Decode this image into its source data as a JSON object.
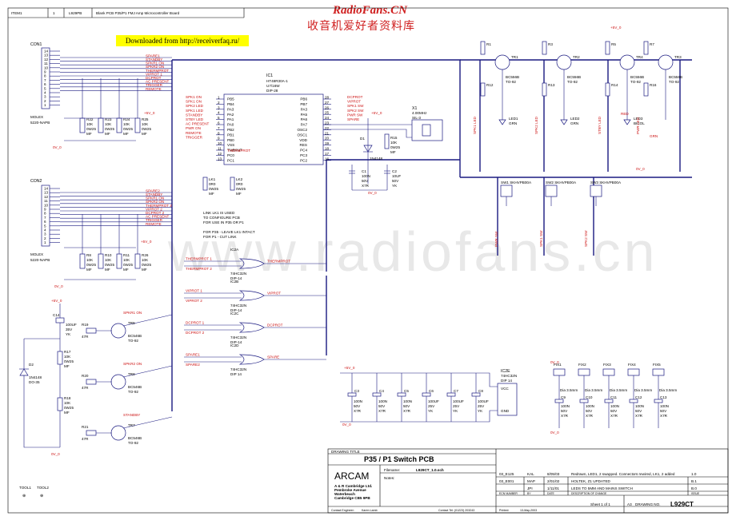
{
  "header_bar": {
    "item": "ITEM1",
    "qty": "1",
    "part": "L929PB",
    "desc": "Blank PCB P35/P1 FMJ Amp Microcontroller Board"
  },
  "brand": {
    "site": "RadioFans.CN",
    "chinese": "收音机爱好者资料库"
  },
  "download_note": "Downloaded from http://receiverfaq.ru/",
  "watermark": "www.radiofans.cn",
  "connectors": {
    "con1": {
      "ref": "CON1",
      "desc1": "MOLEX",
      "desc2": "5220-NAPB",
      "pins": [
        "14",
        "13",
        "12",
        "11",
        "10",
        "9",
        "8",
        "7",
        "6",
        "5",
        "4",
        "3",
        "2",
        "1"
      ]
    },
    "con2": {
      "ref": "CON2",
      "desc1": "MOLEX",
      "desc2": "5220-NAPB",
      "pins": [
        "14",
        "13",
        "12",
        "11",
        "10",
        "9",
        "8",
        "7",
        "6",
        "5",
        "4",
        "3",
        "2",
        "1"
      ]
    }
  },
  "nets1": [
    "SPARE1",
    "STANDBY",
    "SPKR1 ON",
    "SPKR2 ON",
    "THERMPROT",
    "VIPROT 1",
    "DCPROT",
    "AC PRESENT",
    "TRIGGER",
    "REMOTE"
  ],
  "nets2": [
    "SPARE2",
    "STANDBY",
    "SPKR1 ON",
    "SPKR2 ON",
    "THERMPROT 2",
    "VIPROT 2",
    "DCPROT 2",
    "AC PRESENT",
    "TRIGGER",
    "REMOTE"
  ],
  "resistors_top": [
    {
      "ref": "R22",
      "val": "10K",
      "tol": "0W25",
      "type": "MF"
    },
    {
      "ref": "R23",
      "val": "10K",
      "tol": "0W25",
      "type": "MF"
    },
    {
      "ref": "R24",
      "val": "10K",
      "tol": "0W25",
      "type": "MF"
    },
    {
      "ref": "R25",
      "val": "10K",
      "tol": "0W25",
      "type": "MF"
    }
  ],
  "resistors_mid": [
    {
      "ref": "R8",
      "val": "10K",
      "tol": "0W25",
      "type": "MF"
    },
    {
      "ref": "R10",
      "val": "10K",
      "tol": "0W25",
      "type": "MF"
    },
    {
      "ref": "R11",
      "val": "10K",
      "tol": "0W25",
      "type": "MF"
    },
    {
      "ref": "R26",
      "val": "10K",
      "tol": "0W25",
      "type": "MF"
    }
  ],
  "supply": {
    "vcc": "+5V_0",
    "gnd": "0V_0"
  },
  "ic1": {
    "ref": "IC1",
    "part": "HT48R30A-1",
    "alt": "U7/16W",
    "pkg": "DIP-28",
    "left_pins": [
      {
        "name": "PB5",
        "num": "1"
      },
      {
        "name": "PB4",
        "num": "2"
      },
      {
        "name": "PA3",
        "num": "3"
      },
      {
        "name": "PA2",
        "num": "4"
      },
      {
        "name": "PA1",
        "num": "5"
      },
      {
        "name": "PA0",
        "num": "6"
      },
      {
        "name": "PB2",
        "num": "7"
      },
      {
        "name": "PB1",
        "num": "8"
      },
      {
        "name": "PB0",
        "num": "9"
      },
      {
        "name": "VSS",
        "num": "10"
      },
      {
        "name": "TMR/INT",
        "num": "11"
      },
      {
        "name": "PC0",
        "num": "12"
      },
      {
        "name": "PC1",
        "num": "13"
      }
    ],
    "right_pins": [
      {
        "name": "PB6",
        "num": "28"
      },
      {
        "name": "PB7",
        "num": "27"
      },
      {
        "name": "PA3",
        "num": "26"
      },
      {
        "name": "PA5",
        "num": "25"
      },
      {
        "name": "PA6",
        "num": "24"
      },
      {
        "name": "PA7",
        "num": "23"
      },
      {
        "name": "OSC2",
        "num": "22"
      },
      {
        "name": "OSC1",
        "num": "21"
      },
      {
        "name": "VDD",
        "num": "20"
      },
      {
        "name": "RES",
        "num": "19"
      },
      {
        "name": "PC4",
        "num": "18"
      },
      {
        "name": "PC3",
        "num": "17"
      },
      {
        "name": "PC2",
        "num": "16"
      }
    ],
    "left_nets": [
      "SPK1 ON",
      "SPK1 ON",
      "SPK2 LED",
      "SPK1 LED",
      "STANDBY",
      "STBY LED",
      "AC PRESENT",
      "PWR ON",
      "REMOTE",
      "TRIGGER"
    ],
    "right_nets": [
      "DCPROT",
      "VIPROT",
      "SPK1 SW",
      "SPK2 SW",
      "PWR SW",
      "SPARE"
    ]
  },
  "crystal": {
    "ref": "X1",
    "freq": "4.00MHz",
    "pkg": "SIL-3"
  },
  "diode_d1": {
    "ref": "D1",
    "part": "1N4148"
  },
  "r15": {
    "ref": "R15",
    "val": "10K",
    "tol": "0W25",
    "type": "MF"
  },
  "c1": {
    "ref": "C1",
    "val": "100N",
    "volt": "50V",
    "type": "X7R"
  },
  "c2": {
    "ref": "C2",
    "val": "10UF",
    "volt": "50V",
    "type": "YK"
  },
  "links": [
    {
      "ref": "LK1",
      "val": "0R0",
      "tol": "0W25",
      "type": "MF"
    },
    {
      "ref": "LK2",
      "val": "0R0",
      "tol": "0W25",
      "type": "MF"
    }
  ],
  "link_note": [
    "LINK LK1 IS USED",
    "TO CONFIGURE PCB",
    "FOR USE IN P35 OR P1",
    "",
    "FOR P35 - LEAVE LK1 INTACT",
    "FOR P1 - CUT LINK"
  ],
  "gates": [
    {
      "ref": "IC2A",
      "part": "74HC32N",
      "pkg": "DIP-14",
      "in1": "THERMPROT 1",
      "in2": "THERMPROT 2",
      "out": "THERMPROT"
    },
    {
      "ref": "IC2B",
      "part": "74HC32N",
      "pkg": "DIP-14",
      "in1": "VIPROT 1",
      "in2": "VIPROT 2",
      "out": "VIPROT"
    },
    {
      "ref": "IC2C",
      "part": "74HC32N",
      "pkg": "DIP-14",
      "in1": "DCPROT 1",
      "in2": "DCPROT 2",
      "out": "DCPROT"
    },
    {
      "ref": "IC2D",
      "part": "74HC32N",
      "pkg": "DIP 14",
      "in1": "SPARE1",
      "in2": "SPARE2",
      "out": "SPARE"
    }
  ],
  "drivers": [
    {
      "ref": "TR5",
      "part": "BC546B",
      "pkg": "TO-92",
      "net": "SPKR1 ON",
      "r": "R19",
      "rval": "47R"
    },
    {
      "ref": "TR6",
      "part": "BC546B",
      "pkg": "TO-92",
      "net": "SPKR2 ON",
      "r": "R20",
      "rval": "47R"
    },
    {
      "ref": "TR7",
      "part": "BC546B",
      "pkg": "TO-92",
      "net": "STANDBY",
      "r": "R21",
      "rval": "47R"
    }
  ],
  "c14": {
    "ref": "C14",
    "val": "100UF",
    "volt": "35V",
    "type": "YK"
  },
  "r17": {
    "ref": "R17",
    "val": "10K",
    "tol": "0W25",
    "type": "MF"
  },
  "r18": {
    "ref": "R18",
    "val": "10K",
    "tol": "0W25",
    "type": "MF"
  },
  "d2": {
    "ref": "D2",
    "part": "1N4148",
    "pkg": "DO-35"
  },
  "led_drivers": [
    {
      "tr": "TR1",
      "part": "BC556B",
      "pkg": "TO-92",
      "r1": "R1",
      "r2": "R12",
      "led": "LED1",
      "ledtxt": "GRN",
      "net": "SPK1 LED"
    },
    {
      "tr": "TR2",
      "part": "BC556B",
      "pkg": "TO-92",
      "r1": "R3",
      "r2": "R13",
      "led": "LED2",
      "ledtxt": "GRN",
      "net": "SPK2 LED"
    },
    {
      "tr": "TR4",
      "part": "BC556B",
      "pkg": "TO-92",
      "r1": "R5",
      "r2": "R14",
      "led": "LED3",
      "ledtxt": "BICOL",
      "net": "STBY LED"
    },
    {
      "tr": "TR3",
      "part": "BC556B",
      "pkg": "TO-92",
      "r1": "R7",
      "r2": "R16",
      "led": "",
      "ledtxt": "",
      "net": "PWR LED"
    }
  ],
  "led_colors": {
    "red": "RED",
    "grn": "GRN"
  },
  "switches": [
    {
      "ref": "SW1",
      "part": "SKHVPB00A",
      "net": "PWR SW"
    },
    {
      "ref": "SW2",
      "part": "SKHVPB00A",
      "net": "SPK1 SW"
    },
    {
      "ref": "SW3",
      "part": "SKHVPB00A",
      "net": "SPK2 SW"
    }
  ],
  "decoupling": [
    {
      "ref": "C3",
      "val": "100N",
      "volt": "50V",
      "type": "X7R"
    },
    {
      "ref": "C4",
      "val": "100N",
      "volt": "50V",
      "type": "X7R"
    },
    {
      "ref": "C5",
      "val": "100N",
      "volt": "50V",
      "type": "X7R"
    },
    {
      "ref": "C6",
      "val": "100UF",
      "volt": "25V",
      "type": "YK"
    },
    {
      "ref": "C7",
      "val": "100UF",
      "volt": "25V",
      "type": "YK"
    },
    {
      "ref": "C8",
      "val": "100UF",
      "volt": "25V",
      "type": "YK"
    }
  ],
  "ic2e": {
    "ref": "IC2E",
    "part": "74HC32N",
    "pkg": "DIP 14",
    "vcc": "VCC",
    "gnd": "GND"
  },
  "fixings": [
    {
      "ref": "FIX1",
      "desc": "Dia 3.5mm"
    },
    {
      "ref": "FIX2",
      "desc": "Dia 3.5mm"
    },
    {
      "ref": "FIX3",
      "desc": "Dia 3.5mm"
    },
    {
      "ref": "FIX4",
      "desc": "Dia 3.5mm"
    },
    {
      "ref": "FIX5",
      "desc": "Dia 3.5mm"
    }
  ],
  "fix_caps": [
    {
      "ref": "C9",
      "val": "100N",
      "volt": "50V",
      "type": "X7R"
    },
    {
      "ref": "C10",
      "val": "100N",
      "volt": "50V",
      "type": "X7R"
    },
    {
      "ref": "C11",
      "val": "100N",
      "volt": "50V",
      "type": "X7R"
    },
    {
      "ref": "C12",
      "val": "100N",
      "volt": "50V",
      "type": "X7R"
    },
    {
      "ref": "C13",
      "val": "100N",
      "volt": "50V",
      "type": "X7R"
    }
  ],
  "tools": [
    "TOOL1",
    "TOOL2"
  ],
  "title_block": {
    "drawing_title_label": "DRAWING TITLE",
    "title": "P35 / P1 Switch PCB",
    "company": "ARCAM",
    "address": [
      "A & R Cambridge Ltd.",
      "Pembroke Avenue",
      "Waterbeach",
      "Cambridge CB5 9PB"
    ],
    "filename_label": "Filename:",
    "filename": "L929CT_1.0.sch",
    "notes_label": "Notes:",
    "engineer_label": "Contact Engineer:",
    "engineer": "Karen Lamb",
    "tel": "Contact Tel: (01223) 203243",
    "printed_label": "Printed:",
    "printed": "13-May-2003",
    "sheet": "Sheet  1  of  1",
    "size": "A3",
    "drawing_number_label": "DRAWING NO.",
    "drawing_number": "L929CT",
    "revisions": [
      {
        "ecn": "03_E125",
        "by": "KAL",
        "date": "8/05/03",
        "desc": "Redrawn, LED1, 2 swapped. Connectors rewired, LK1, 2 added",
        "issue": "1.0"
      },
      {
        "ecn": "03_E001",
        "by": "MAP",
        "date": "2/01/02",
        "desc": "HOLTEK, Z1 UPDATED",
        "issue": "B.1"
      },
      {
        "ecn": "",
        "by": "JPI",
        "date": "1/11/01",
        "desc": "LEDS TO 5MM AND MAINS SWITCH",
        "issue": "B.0"
      }
    ],
    "rev_headers": {
      "ecn": "ECN NUMBER",
      "by": "BY",
      "date": "DATE",
      "desc": "DESCRIPTION OF CHANGE",
      "issue": "ISSUE"
    }
  }
}
